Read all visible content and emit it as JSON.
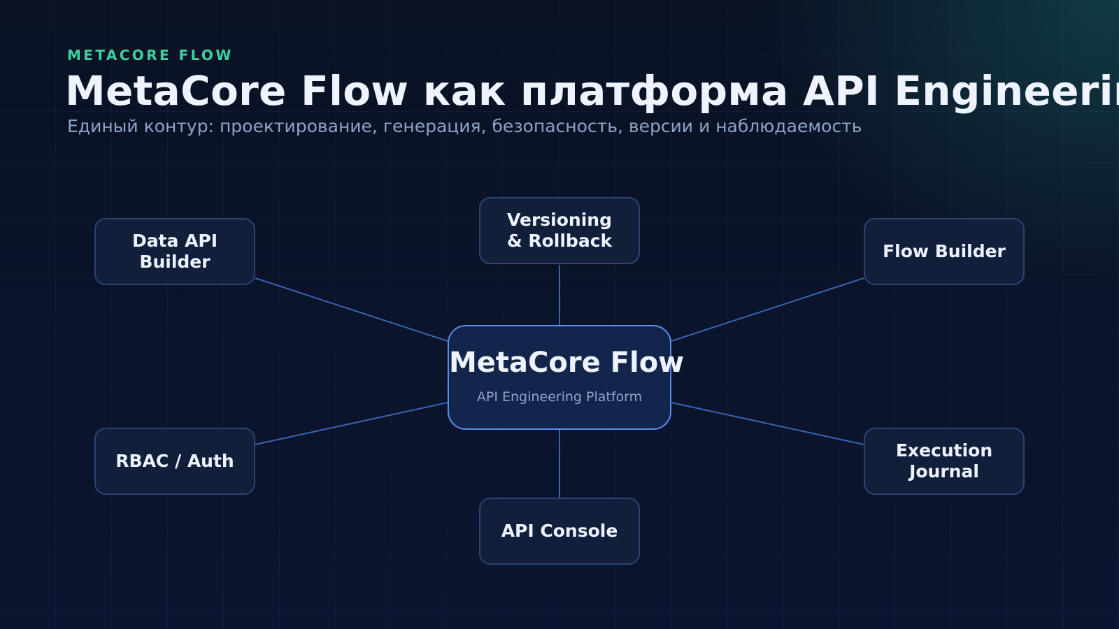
{
  "header": {
    "eyebrow": "METACORE FLOW",
    "title": "MetaCore Flow как платформа API Engineering",
    "subtitle": "Единый контур: проектирование, генерация, безопасность, версии и наблюдаемость"
  },
  "hub": {
    "title": "MetaCore Flow",
    "subtitle": "API Engineering Platform"
  },
  "nodes": {
    "data_api_builder": "Data API\nBuilder",
    "versioning": "Versioning\n& Rollback",
    "flow_builder": "Flow Builder",
    "rbac_auth": "RBAC / Auth",
    "api_console": "API Console",
    "execution_journal": "Execution\nJournal"
  },
  "colors": {
    "accent": "#38d39f",
    "hub_border": "#5b8def",
    "node_border": "#2a4470",
    "link": "#3a63b0",
    "text_primary": "#eef3ff",
    "text_secondary": "#8fa3c8"
  }
}
